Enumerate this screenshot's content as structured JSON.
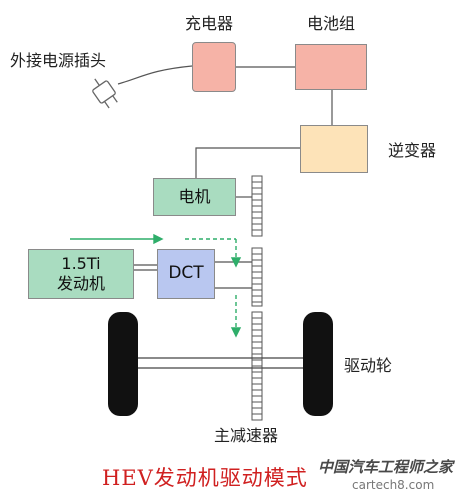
{
  "labels": {
    "charger": "充电器",
    "battery": "电池组",
    "plug": "外接电源插头",
    "inverter": "逆变器",
    "motor": "电机",
    "engine_line1": "1.5Ti",
    "engine_line2": "发动机",
    "dct": "DCT",
    "wheel": "驱动轮",
    "final_drive": "主减速器"
  },
  "caption": "HEV发动机驱动模式",
  "watermark": {
    "brand": "中国汽车工程师之家",
    "url": "cartech8.com"
  },
  "colors": {
    "charger_fill": "#f6b3a7",
    "battery_fill": "#f6b3a7",
    "inverter_fill": "#fde3b8",
    "motor_fill": "#a9dcc0",
    "engine_fill": "#a9dcc0",
    "dct_fill": "#b9c7f0",
    "arrow": "#2fae6a",
    "caption": "#d02020"
  }
}
